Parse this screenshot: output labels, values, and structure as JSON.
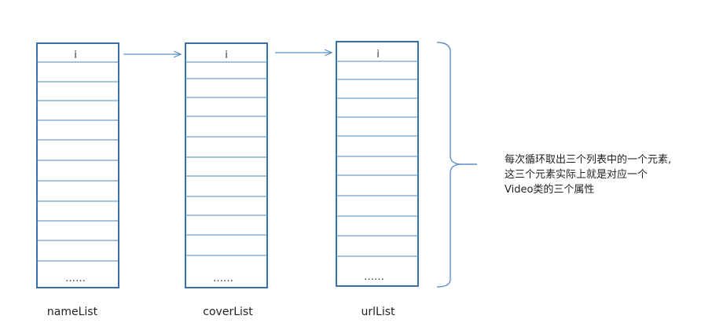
{
  "lists": [
    {
      "label": "nameList",
      "first_cell": "i",
      "last_cell": "……"
    },
    {
      "label": "coverList",
      "first_cell": "i",
      "last_cell": "……"
    },
    {
      "label": "urlList",
      "first_cell": "i",
      "last_cell": "……"
    }
  ],
  "note": {
    "lines": [
      "每次循环取出三个列表中的一个元素,",
      "这三个元素实际上就是对应一个",
      "Video类的三个属性"
    ]
  },
  "colors": {
    "box_border": "#3a6fa8",
    "row_line": "#4f81bd",
    "arrow": "#5b8fc9",
    "brace": "#5b8fc9",
    "text": "#222222"
  }
}
